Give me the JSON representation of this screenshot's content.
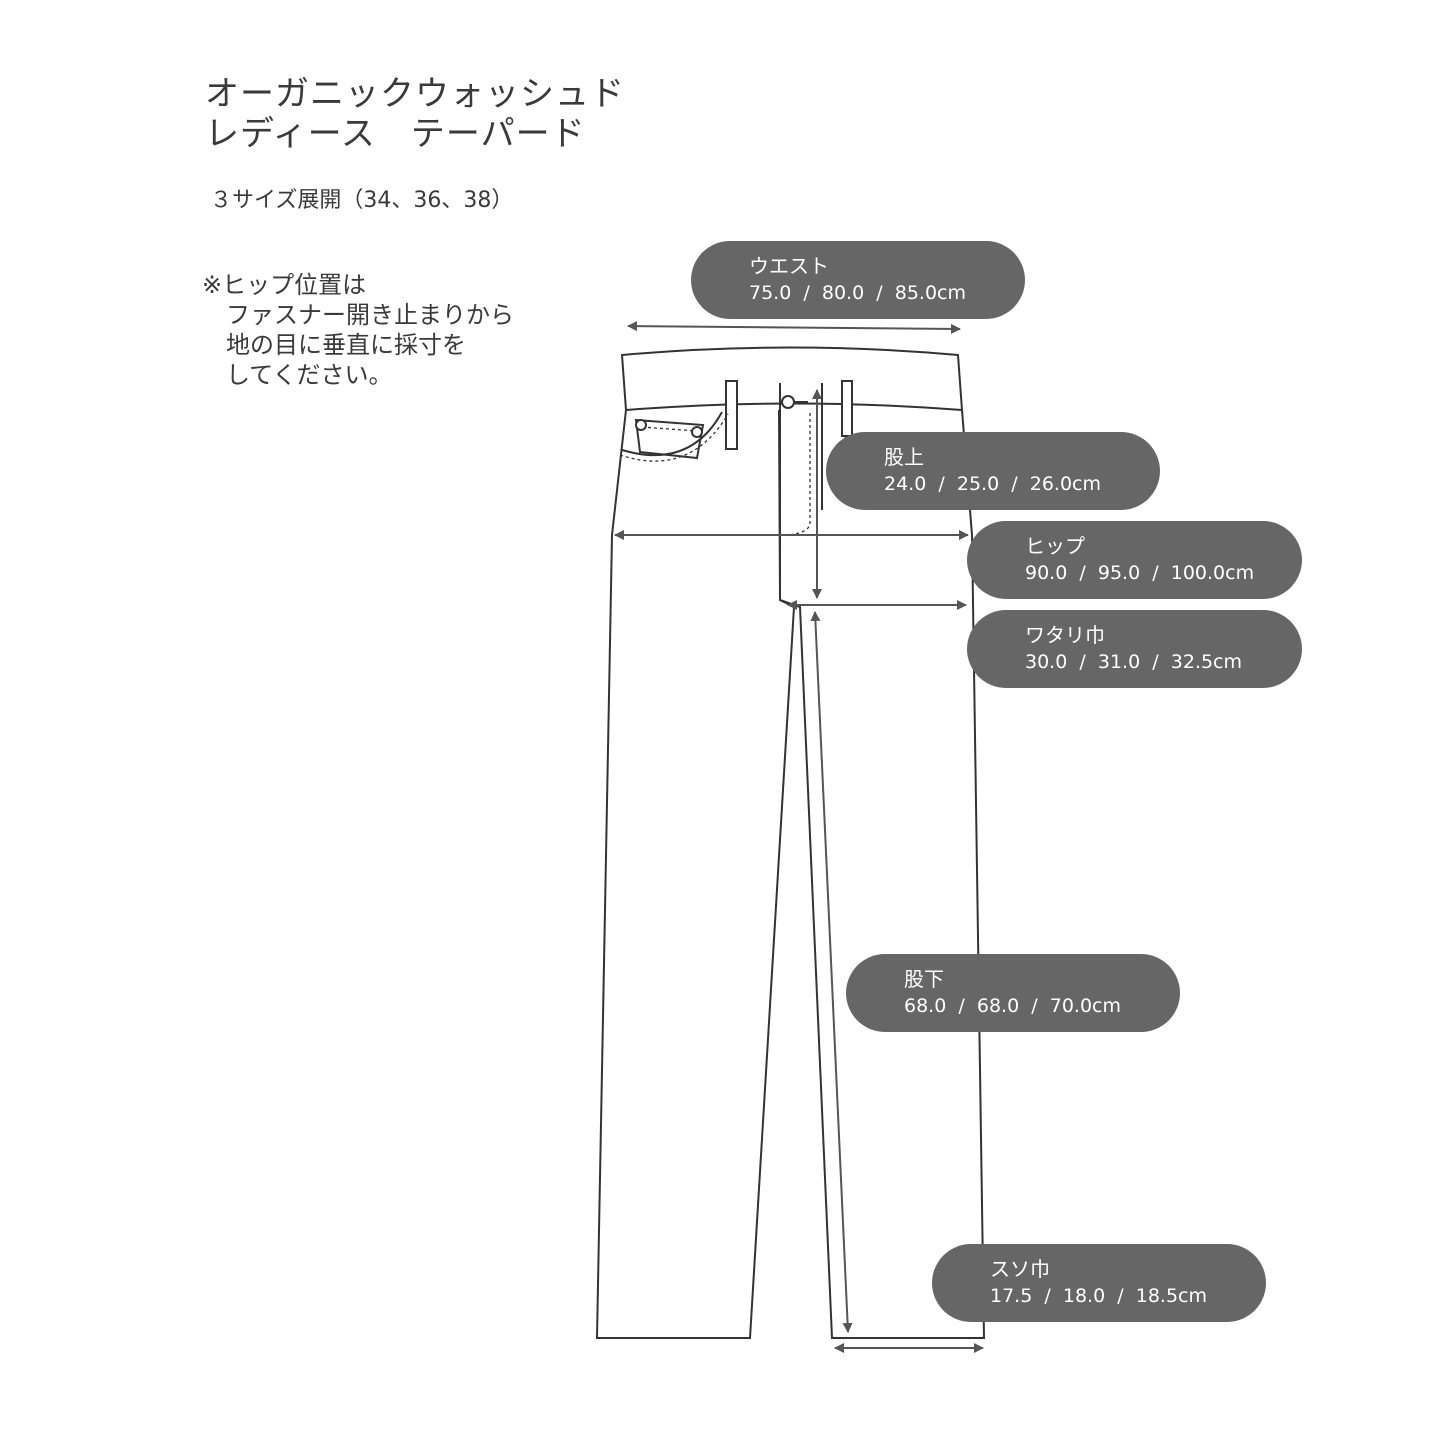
{
  "title_lines": [
    "オーガニックウォッシュド",
    "レディース　テーパード"
  ],
  "size_range": "３サイズ展開（34、36、38）",
  "note_lines": [
    "※ヒップ位置は",
    "　ファスナー開き止まりから",
    "　地の目に垂直に採寸を",
    "　してください。"
  ],
  "measurements": {
    "waist": {
      "label": "ウエスト",
      "values": "75.0  /  80.0  /  85.0cm"
    },
    "rise": {
      "label": "股上",
      "values": "24.0  /  25.0  /  26.0cm"
    },
    "hip": {
      "label": "ヒップ",
      "values": "90.0  /  95.0  /  100.0cm"
    },
    "thigh": {
      "label": "ワタリ巾",
      "values": "30.0  /  31.0  /  32.5cm"
    },
    "inseam": {
      "label": "股下",
      "values": "68.0  /  68.0  /  70.0cm"
    },
    "hem": {
      "label": "スソ巾",
      "values": "17.5  /  18.0  /  18.5cm"
    }
  },
  "colors": {
    "pill": "#666666",
    "line": "#333333",
    "arrow": "#555555"
  }
}
